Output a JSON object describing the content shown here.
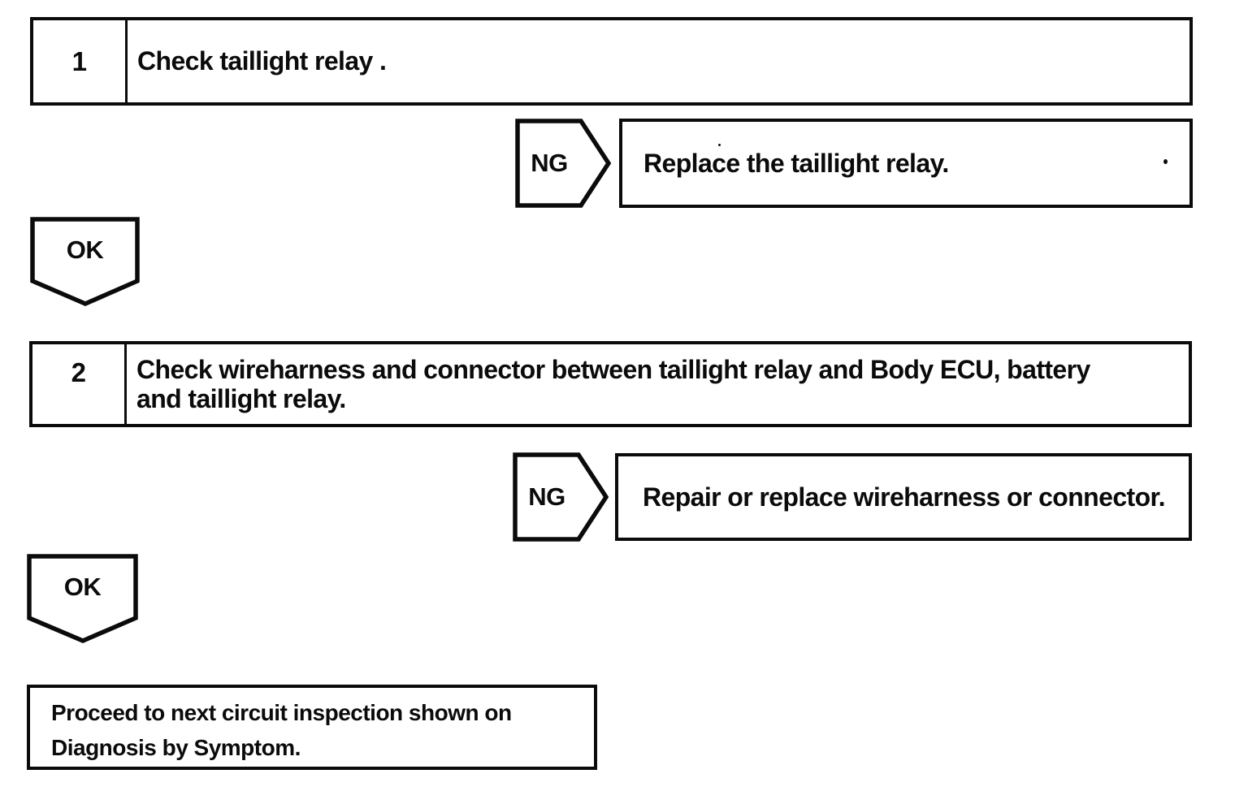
{
  "colors": {
    "ink": "#0b0b0b",
    "paper": "#ffffff"
  },
  "steps": [
    {
      "number": "1",
      "instruction_lines": [
        "Check taillight relay ."
      ],
      "ng_label": "NG",
      "ng_action": "Replace the taillight relay.",
      "ok_label": "OK"
    },
    {
      "number": "2",
      "instruction_lines": [
        "Check wireharness and connector between taillight relay and Body ECU, battery",
        "and taillight relay."
      ],
      "ng_label": "NG",
      "ng_action": "Repair or replace wireharness or connector.",
      "ok_label": "OK"
    }
  ],
  "terminal": {
    "lines": [
      "Proceed to next circuit inspection shown on",
      "Diagnosis by Symptom."
    ]
  }
}
